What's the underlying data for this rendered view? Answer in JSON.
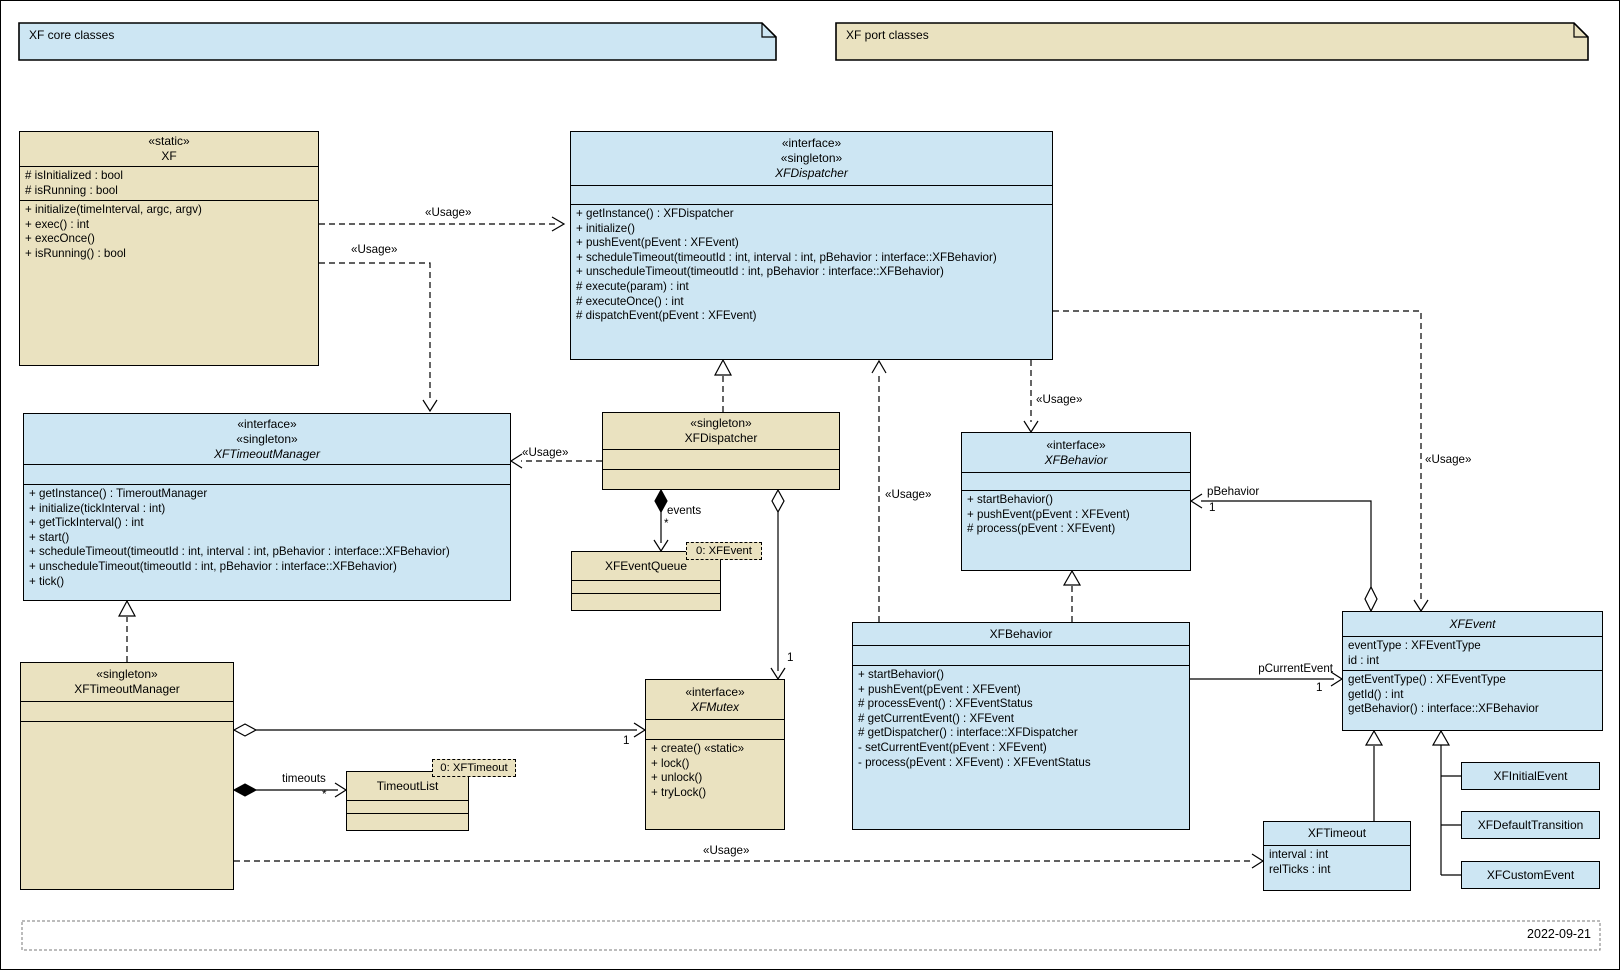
{
  "colors": {
    "class_blue": "#cde6f3",
    "class_tan": "#eae2c0",
    "line": "#000000",
    "footer_border": "#7a7a7a"
  },
  "notes": {
    "core": {
      "label": "XF core classes"
    },
    "port": {
      "label": "XF port classes"
    }
  },
  "footer": {
    "date": "2022-09-21"
  },
  "classes": {
    "xf": {
      "stereotype": "«static»",
      "name": "XF",
      "attributes": [
        "# isInitialized : bool",
        "# isRunning : bool"
      ],
      "methods": [
        "+ initialize(timeInterval, argc, argv)",
        "+ exec() : int",
        "+ execOnce()",
        "+ isRunning() : bool"
      ]
    },
    "xf_dispatcher_if": {
      "stereotype1": "«interface»",
      "stereotype2": "«singleton»",
      "name": "XFDispatcher",
      "methods": [
        "+ getInstance() : XFDispatcher",
        "+ initialize()",
        "+ pushEvent(pEvent : XFEvent)",
        "+ scheduleTimeout(timeoutId : int, interval : int, pBehavior : interface::XFBehavior)",
        "+ unscheduleTimeout(timeoutId : int, pBehavior : interface::XFBehavior)",
        "# execute(param) : int",
        "# executeOnce() : int",
        "# dispatchEvent(pEvent : XFEvent)"
      ]
    },
    "xf_timeout_manager_if": {
      "stereotype1": "«interface»",
      "stereotype2": "«singleton»",
      "name": "XFTimeoutManager",
      "methods": [
        "+ getInstance() : TimeroutManager",
        "+ initialize(tickInterval : int)",
        "+ getTickInterval() : int",
        "+ start()",
        "+ scheduleTimeout(timeoutId : int, interval : int, pBehavior : interface::XFBehavior)",
        "+ unscheduleTimeout(timeoutId : int, pBehavior : interface::XFBehavior)",
        "+ tick()"
      ]
    },
    "xf_dispatcher_impl": {
      "stereotype": "«singleton»",
      "name": "XFDispatcher"
    },
    "xf_event_queue": {
      "name": "XFEventQueue"
    },
    "xf_mutex": {
      "stereotype": "«interface»",
      "name": "XFMutex",
      "methods": [
        "+ create() «static»",
        "+ lock()",
        "+ unlock()",
        "+ tryLock()"
      ]
    },
    "xf_behavior_if": {
      "stereotype": "«interface»",
      "name": "XFBehavior",
      "methods": [
        "+ startBehavior()",
        "+ pushEvent(pEvent : XFEvent)",
        "# process(pEvent : XFEvent)"
      ]
    },
    "xf_behavior": {
      "name": "XFBehavior",
      "methods": [
        "+ startBehavior()",
        "+ pushEvent(pEvent : XFEvent)",
        "# processEvent() : XFEventStatus",
        "# getCurrentEvent() : XFEvent",
        "# getDispatcher() : interface::XFDispatcher",
        "- setCurrentEvent(pEvent : XFEvent)",
        "- process(pEvent : XFEvent) : XFEventStatus"
      ]
    },
    "xf_timeout_manager_impl": {
      "stereotype": "«singleton»",
      "name": "XFTimeoutManager"
    },
    "timeout_list": {
      "name": "TimeoutList"
    },
    "xf_event": {
      "name": "XFEvent",
      "attributes": [
        "eventType : XFEventType",
        "id : int"
      ],
      "methods": [
        "getEventType() : XFEventType",
        "getId() : int",
        "getBehavior() : interface::XFBehavior"
      ]
    },
    "xf_timeout": {
      "name": "XFTimeout",
      "attributes": [
        "interval : int",
        "relTicks : int"
      ]
    },
    "xf_initial_event": {
      "name": "XFInitialEvent"
    },
    "xf_default_transition": {
      "name": "XFDefaultTransition"
    },
    "xf_custom_event": {
      "name": "XFCustomEvent"
    }
  },
  "objects": {
    "event0": "0: XFEvent",
    "timeout0": "0: XFTimeout"
  },
  "labels": {
    "usage": "«Usage»",
    "events": "events",
    "timeouts": "timeouts",
    "star": "*",
    "one": "1",
    "p_behavior": "pBehavior",
    "p_current_event": "pCurrentEvent"
  }
}
